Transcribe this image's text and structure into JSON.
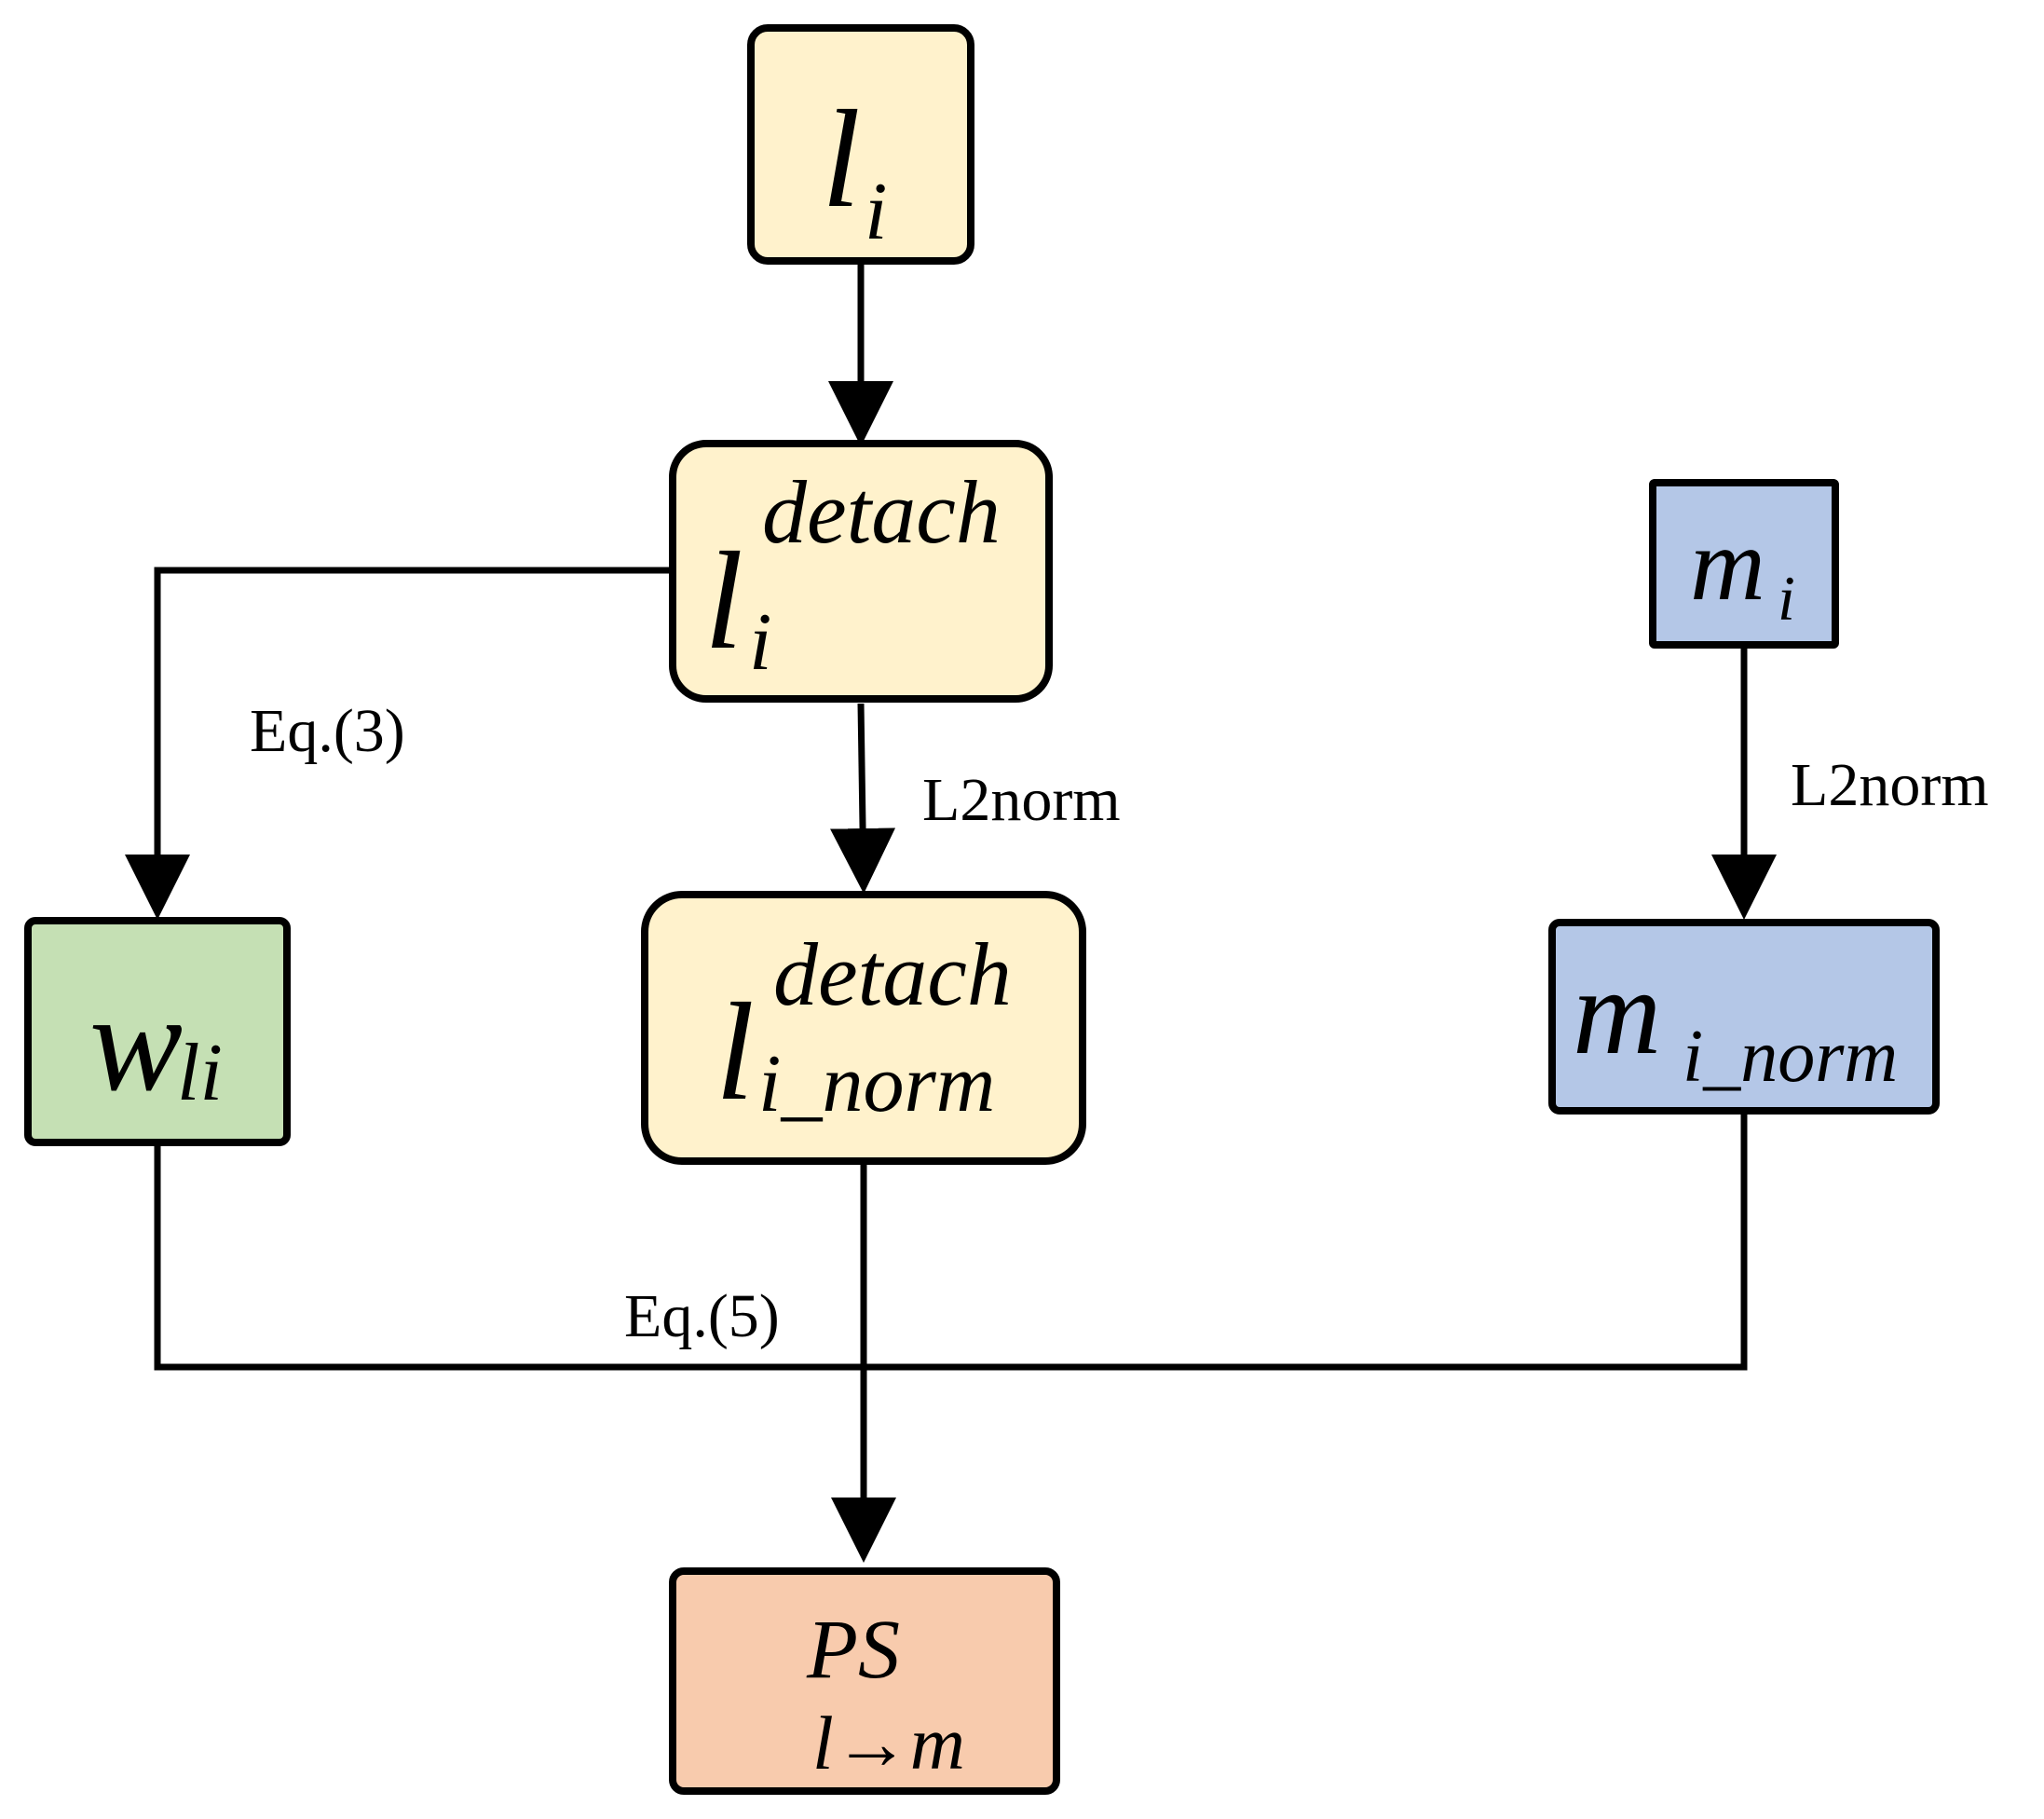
{
  "colors": {
    "yellow": "#FFF2CC",
    "green": "#C5E0B4",
    "blue": "#B4C7E7",
    "orange": "#F8CBAD",
    "stroke": "#000000"
  },
  "nodes": {
    "l_i": {
      "base": "l",
      "sub": "i"
    },
    "l_detach": {
      "base": "l",
      "sup": "detach",
      "sub": "i"
    },
    "l_detach_norm": {
      "base": "l",
      "sup": "detach",
      "sub": "i_norm"
    },
    "m_i": {
      "base": "m",
      "sub": "i"
    },
    "m_i_norm": {
      "base": "m",
      "sub": "i_norm"
    },
    "w_li": {
      "base": "w",
      "sub": "li"
    },
    "ps": {
      "line1": "PS",
      "line2": "l→m"
    }
  },
  "edges": {
    "eq3": "Eq.(3)",
    "eq5": "Eq.(5)",
    "l2norm_left": "L2norm",
    "l2norm_right": "L2norm"
  }
}
